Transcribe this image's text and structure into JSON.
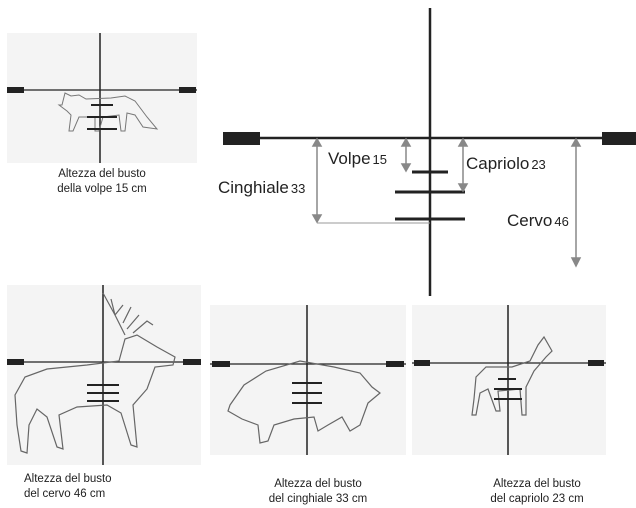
{
  "main_reticle": {
    "labels": [
      {
        "id": "volpe",
        "name": "Volpe",
        "value": "15"
      },
      {
        "id": "capriolo",
        "name": "Capriolo",
        "value": "23"
      },
      {
        "id": "cinghiale",
        "name": "Cinghiale",
        "value": "33"
      },
      {
        "id": "cervo",
        "name": "Cervo",
        "value": "46"
      }
    ]
  },
  "captions": {
    "volpe": [
      "Altezza del busto",
      "della volpe 15 cm"
    ],
    "cervo": [
      "Altezza del busto",
      "del cervo 46 cm"
    ],
    "cinghiale": [
      "Altezza del busto",
      "del cinghiale 33 cm"
    ],
    "capriolo": [
      "Altezza del busto",
      "del capriolo 23 cm"
    ]
  },
  "colors": {
    "reticle": "#222222",
    "arrow": "#888888",
    "outline": "#555555",
    "panel_bg": "#f4f4f4"
  }
}
